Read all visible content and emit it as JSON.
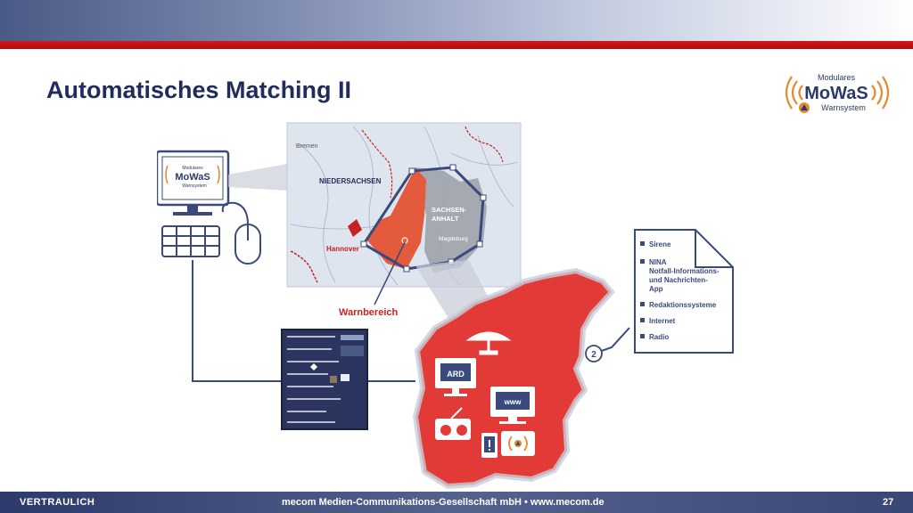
{
  "slide": {
    "title": "Automatisches Matching II"
  },
  "logo": {
    "line1": "Modulares",
    "line2": "MoWaS",
    "line3": "Warnsystem"
  },
  "map": {
    "city_bremen": "Bremen",
    "region_niedersachsen": "NIEDERSACHSEN",
    "region_sachsen_line1": "SACHSEN-",
    "region_sachsen_line2": "ANHALT",
    "city_magdeburg": "Magdeburg",
    "city_hannover": "Hannover"
  },
  "warnbereich_label": "Warnbereich",
  "callout_number": "2",
  "media": {
    "ard": "ARD",
    "www": "www"
  },
  "channels": [
    "Sirene",
    "NINA",
    "Notfall-Informations-",
    "und Nachrichten-",
    "App",
    "Redaktionssysteme",
    "Internet",
    "Radio"
  ],
  "colors": {
    "accent_red": "#e23a37",
    "navy": "#3a4a7c",
    "map_bg": "#dfe5ee"
  },
  "footer": {
    "left": "VERTRAULICH",
    "center": "mecom Medien-Communikations-Gesellschaft mbH • www.mecom.de",
    "page": "27"
  }
}
